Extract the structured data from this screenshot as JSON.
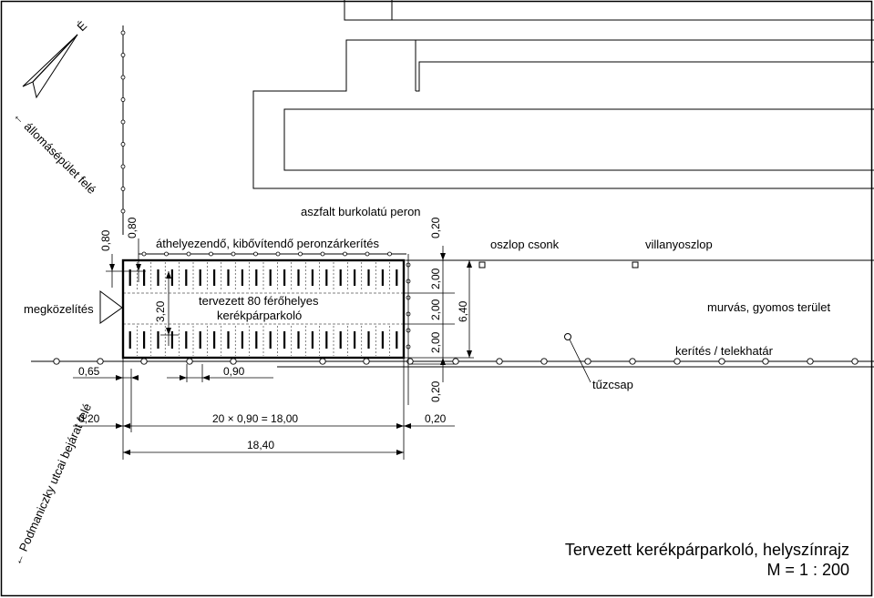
{
  "labels": {
    "north": "É",
    "toward_station": "← állomásépület felé",
    "toward_entrance": "← Podmaniczky utcai bejárat felé",
    "platform": "aszfalt burkolatú peron",
    "fence_relocate": "áthelyezendő, kibővítendő peronzárkerítés",
    "approach": "megközelítés",
    "parking_line1": "tervezett 80 férőhelyes",
    "parking_line2": "kerékpárparkoló",
    "pillar_stub": "oszlop csonk",
    "power_pole": "villanyoszlop",
    "gravel_area": "murvás, gyomos terület",
    "fence_boundary": "kerítés / telekhatár",
    "hydrant": "tűzcsap"
  },
  "dimensions": {
    "d080a": "0,80",
    "d080b": "0,80",
    "d320": "3,20",
    "d065": "0,65",
    "d090": "0,90",
    "d020_left": "0,20",
    "d_total_inner": "20 × 0,90 = 18,00",
    "d020_right": "0,20",
    "d1840": "18,40",
    "d020_top": "0,20",
    "d200a": "2,00",
    "d200b": "2,00",
    "d200c": "2,00",
    "d640": "6,40",
    "d020_bottom": "0,20"
  },
  "title": {
    "line1": "Tervezett kerékpárparkoló, helyszínrajz",
    "line2": "M = 1 : 200"
  },
  "colors": {
    "line": "#000000",
    "background": "#ffffff"
  },
  "icons": {
    "north_arrow": "north-arrow-icon",
    "approach_arrow": "approach-triangle-icon",
    "fence_post": "fence-post-icon",
    "pillar": "pillar-icon",
    "hydrant": "hydrant-icon"
  }
}
